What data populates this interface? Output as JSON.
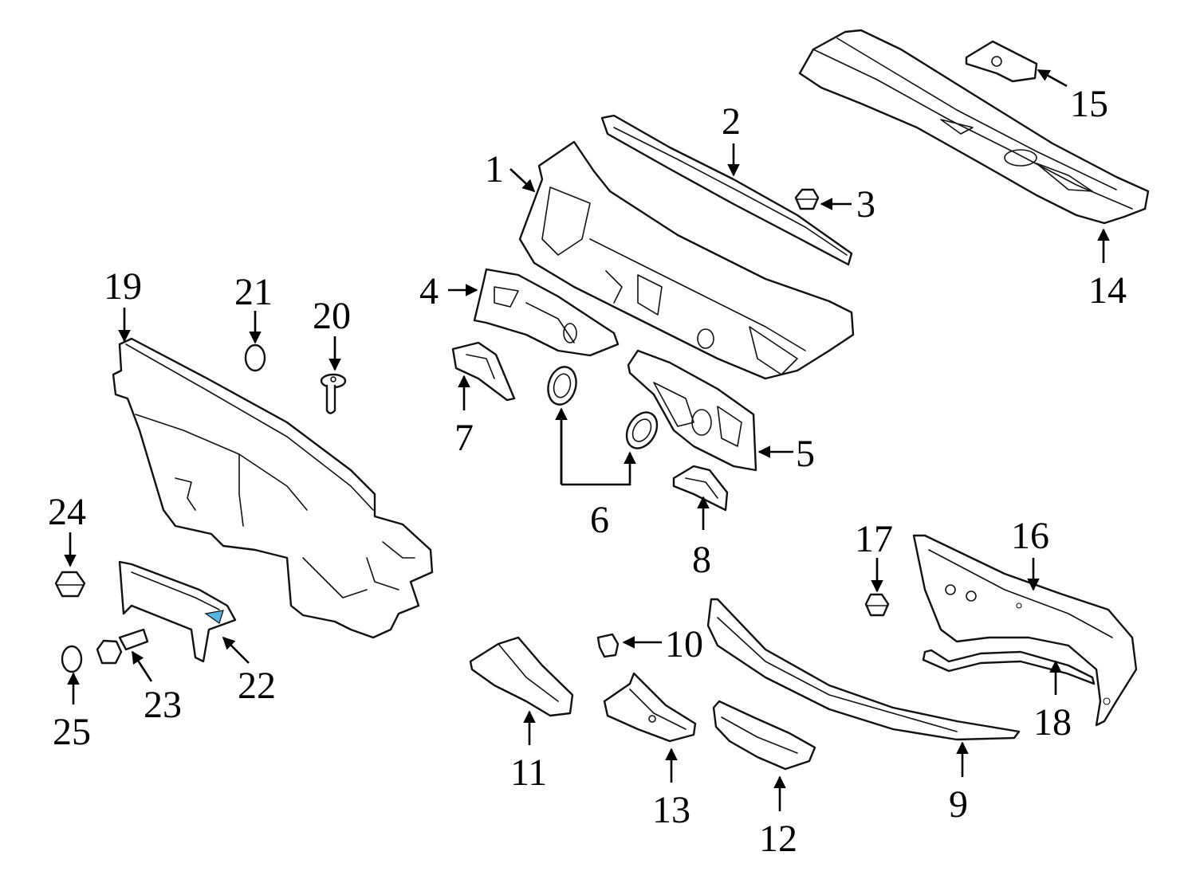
{
  "colors": {
    "line": "#111111",
    "background": "#ffffff",
    "highlight": "#5ab4e0"
  },
  "callouts": [
    {
      "id": "1",
      "label": "1"
    },
    {
      "id": "2",
      "label": "2"
    },
    {
      "id": "3",
      "label": "3"
    },
    {
      "id": "4",
      "label": "4"
    },
    {
      "id": "5",
      "label": "5"
    },
    {
      "id": "6",
      "label": "6"
    },
    {
      "id": "7",
      "label": "7"
    },
    {
      "id": "8",
      "label": "8"
    },
    {
      "id": "9",
      "label": "9"
    },
    {
      "id": "10",
      "label": "10"
    },
    {
      "id": "11",
      "label": "11"
    },
    {
      "id": "12",
      "label": "12"
    },
    {
      "id": "13",
      "label": "13"
    },
    {
      "id": "14",
      "label": "14"
    },
    {
      "id": "15",
      "label": "15"
    },
    {
      "id": "16",
      "label": "16"
    },
    {
      "id": "17",
      "label": "17"
    },
    {
      "id": "18",
      "label": "18"
    },
    {
      "id": "19",
      "label": "19"
    },
    {
      "id": "20",
      "label": "20"
    },
    {
      "id": "21",
      "label": "21"
    },
    {
      "id": "22",
      "label": "22"
    },
    {
      "id": "23",
      "label": "23"
    },
    {
      "id": "24",
      "label": "24"
    },
    {
      "id": "25",
      "label": "25"
    }
  ]
}
